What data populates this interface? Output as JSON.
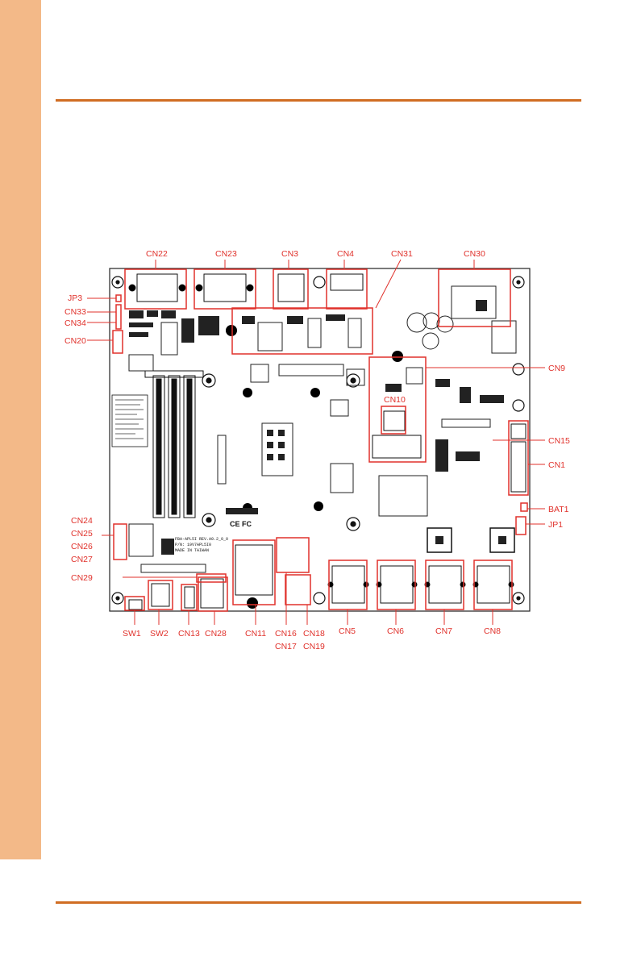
{
  "page": {
    "side_tab_color": "#f3b988",
    "rule_color": "#d06d22",
    "callout_color": "#e0312b"
  },
  "board_labels": {
    "silk_line1": "FBA-APL5I REV.A0.2_0_0",
    "silk_line2": "P/N: 19V7APL5I0",
    "silk_line3": "MADE IN TAIWAN",
    "cert_marks": "CE FC"
  },
  "callouts": {
    "cn22": "CN22",
    "cn23": "CN23",
    "cn3": "CN3",
    "cn4": "CN4",
    "cn31": "CN31",
    "cn30": "CN30",
    "jp3": "JP3",
    "cn33": "CN33",
    "cn34": "CN34",
    "cn20": "CN20",
    "cn9": "CN9",
    "cn10": "CN10",
    "cn15": "CN15",
    "cn1": "CN1",
    "bat1": "BAT1",
    "jp1": "JP1",
    "cn24": "CN24",
    "cn25": "CN25",
    "cn26": "CN26",
    "cn27": "CN27",
    "cn29": "CN29",
    "sw1": "SW1",
    "sw2": "SW2",
    "cn13": "CN13",
    "cn28": "CN28",
    "cn11": "CN11",
    "cn16": "CN16",
    "cn17": "CN17",
    "cn18": "CN18",
    "cn19": "CN19",
    "cn5": "CN5",
    "cn6": "CN6",
    "cn7": "CN7",
    "cn8": "CN8"
  }
}
